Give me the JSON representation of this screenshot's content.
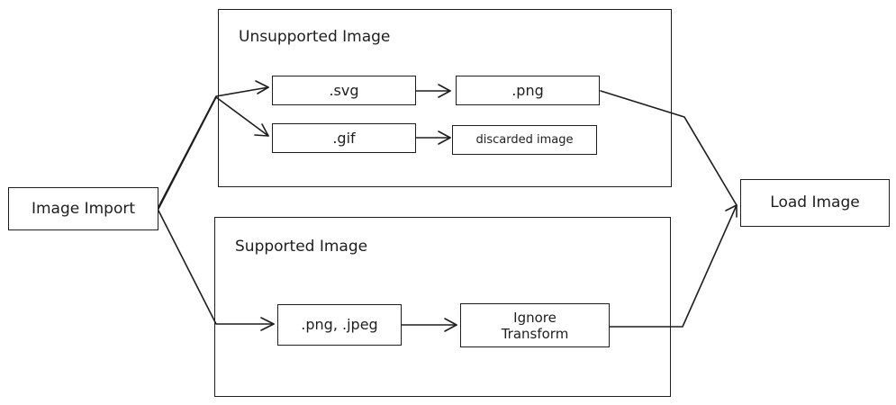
{
  "diagram": {
    "groups": {
      "unsupported": {
        "title": "Unsupported Image"
      },
      "supported": {
        "title": "Supported Image"
      }
    },
    "nodes": {
      "image_import": {
        "label": "Image Import"
      },
      "svg": {
        "label": ".svg"
      },
      "png_converted": {
        "label": ".png"
      },
      "gif": {
        "label": ".gif"
      },
      "discarded": {
        "label": "discarded image"
      },
      "png_jpeg": {
        "label": ".png, .jpeg"
      },
      "ignore_transform": {
        "label_line1": "Ignore",
        "label_line2": "Transform"
      },
      "load_image": {
        "label": "Load Image"
      }
    },
    "edges": [
      {
        "from": "Image Import",
        "to": ".svg"
      },
      {
        "from": "Image Import",
        "to": ".gif"
      },
      {
        "from": "Image Import",
        "to": ".png, .jpeg"
      },
      {
        "from": ".svg",
        "to": ".png"
      },
      {
        "from": ".gif",
        "to": "discarded image"
      },
      {
        "from": ".png",
        "to": "Load Image"
      },
      {
        "from": ".png, .jpeg",
        "to": "Ignore Transform"
      },
      {
        "from": "Ignore Transform",
        "to": "Load Image"
      }
    ],
    "stroke_color": "#1e1e1e",
    "background_color": "#ffffff"
  }
}
